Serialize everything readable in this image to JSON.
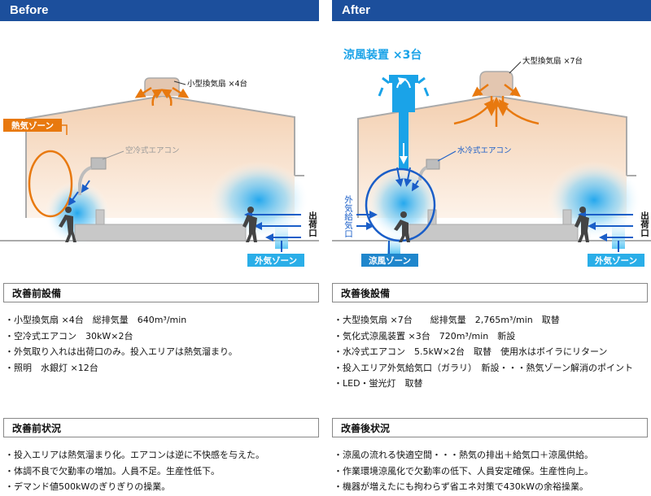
{
  "before": {
    "tab": "Before",
    "labels": {
      "fan": "小型換気扇 ×4台",
      "hot_zone": "熱気ゾーン",
      "aircon": "空冷式エアコン",
      "outside_zone": "外気ゾーン",
      "shipping": "出荷口"
    },
    "equipment_title": "改善前設備",
    "equipment": [
      "・小型換気扇 ×4台　総排気量　640m³/min",
      "・空冷式エアコン　30kW×2台",
      "・外気取り入れは出荷口のみ。投入エリアは熱気溜まり。",
      "・照明　水銀灯 ×12台"
    ],
    "status_title": "改善前状況",
    "status": [
      "・投入エリアは熱気溜まり化。エアコンは逆に不快感を与えた。",
      "・体調不良で欠勤率の増加。人員不足。生産性低下。",
      "・デマンド値500kWのぎりぎりの操業。"
    ]
  },
  "after": {
    "tab": "After",
    "labels": {
      "cooler": "涼風装置 ×3台",
      "fan": "大型換気扇 ×7台",
      "aircon": "水冷式エアコン",
      "intake": "外気給気口",
      "cool_zone": "涼風ゾーン",
      "outside_zone": "外気ゾーン",
      "shipping": "出荷口"
    },
    "equipment_title": "改善後設備",
    "equipment": [
      "・大型換気扇 ×7台　　総排気量　2,765m³/min　取替",
      "・気化式涼風装置 ×3台　720m³/min　新設",
      "・水冷式エアコン　5.5kW×2台　取替　使用水はボイラにリターン",
      "・投入エリア外気給気口（ガラリ）　新設・・・熱気ゾーン解消のポイント",
      "・LED・蛍光灯　取替"
    ],
    "status_title": "改善後状況",
    "status": [
      "・涼風の流れる快適空間・・・熱気の排出＋給気口＋涼風供給。",
      "・作業環境涼風化で欠勤率の低下、人員安定確保。生産性向上。",
      "・機器が増えたにも拘わらず省エネ対策で430kWの余裕操業。"
    ]
  },
  "colors": {
    "tab": "#1c4f9c",
    "hot": "#e8790f",
    "cool": "#1aa3e8",
    "cool_zone_box": "#1f86cc",
    "outside_zone_box": "#2aaee8",
    "building": "#f6dcc6",
    "equipment": "#bdbdbd"
  }
}
